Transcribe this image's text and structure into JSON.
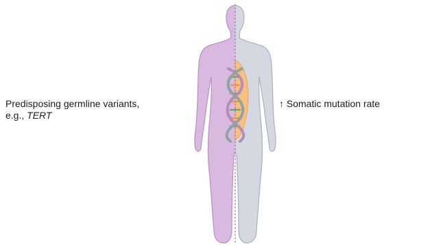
{
  "left_label": {
    "line1": "Predisposing germline variants,",
    "line2_prefix": "e.g., ",
    "line2_gene": "TERT"
  },
  "right_label": {
    "arrow": "↑",
    "text": " Somatic mutation rate"
  },
  "colors": {
    "germline_half": "#d9b9df",
    "germline_outline": "#b98fc3",
    "somatic_half": "#d4d8e0",
    "somatic_outline": "#a9b0bd",
    "organ": "#f8bf7f",
    "organ_outline": "#f0a556",
    "midline": "#9a7aa4",
    "dna_strand_a": "#b48bbd",
    "dna_strand_b": "#8fa3a0",
    "dna_rung_green": "#6aa06a",
    "dna_rung_orange": "#e8954a"
  },
  "icons": {
    "figure": "human-body-split-icon",
    "dna": "dna-helix-icon"
  }
}
